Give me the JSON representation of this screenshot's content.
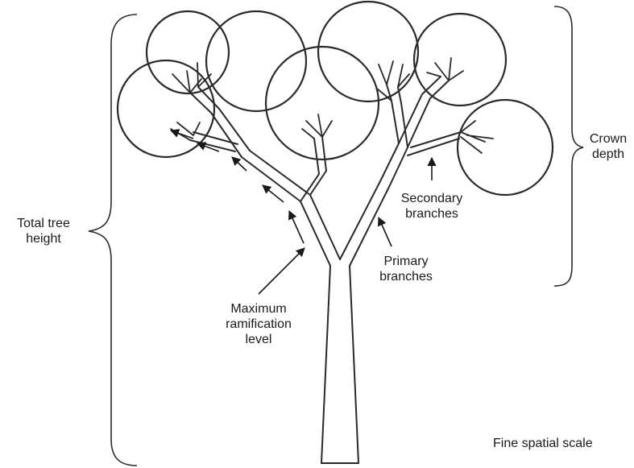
{
  "labels": {
    "total_height_line1": "Total tree",
    "total_height_line2": "height",
    "crown_depth_line1": "Crown",
    "crown_depth_line2": "depth",
    "secondary_line1": "Secondary",
    "secondary_line2": "branches",
    "primary_line1": "Primary",
    "primary_line2": "branches",
    "max_ram_line1": "Maximum",
    "max_ram_line2": "ramification",
    "max_ram_line3": "level",
    "scale": "Fine spatial scale"
  },
  "colors": {
    "line": "#2a2a2a",
    "text": "#1a1a1a",
    "background": "#ffffff"
  }
}
